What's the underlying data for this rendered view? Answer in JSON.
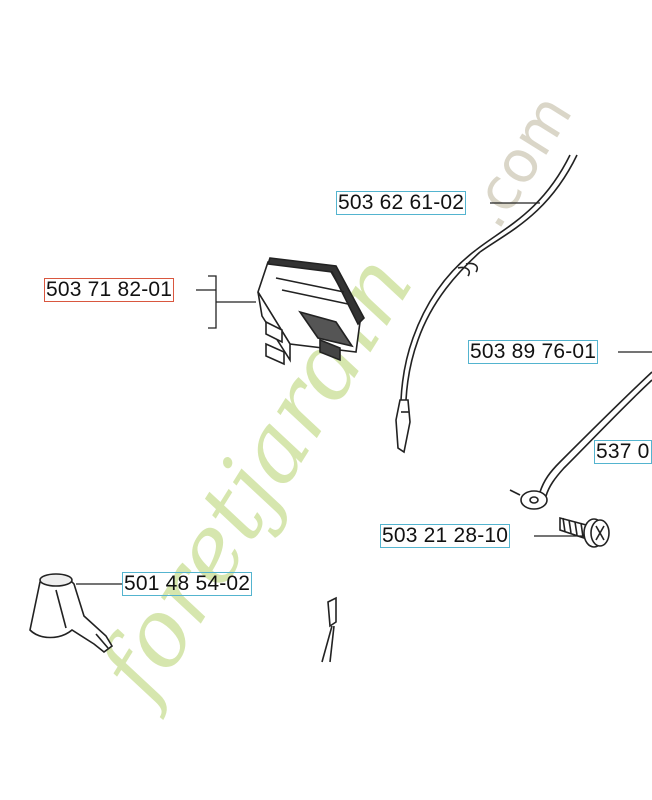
{
  "parts": {
    "p1": {
      "number": "503 62 61-02"
    },
    "p2": {
      "number": "503 71 82-01"
    },
    "p3": {
      "number": "503 89 76-01"
    },
    "p4": {
      "number": "537 0"
    },
    "p5": {
      "number": "503 21 28-10"
    },
    "p6": {
      "number": "501 48 54-02"
    }
  },
  "watermark": {
    "text": "foretjardin.com",
    "color": "#c9dd95"
  },
  "colors": {
    "label_box": "#54b4cf",
    "label_box_selected": "#d9573f",
    "line": "#222222"
  }
}
